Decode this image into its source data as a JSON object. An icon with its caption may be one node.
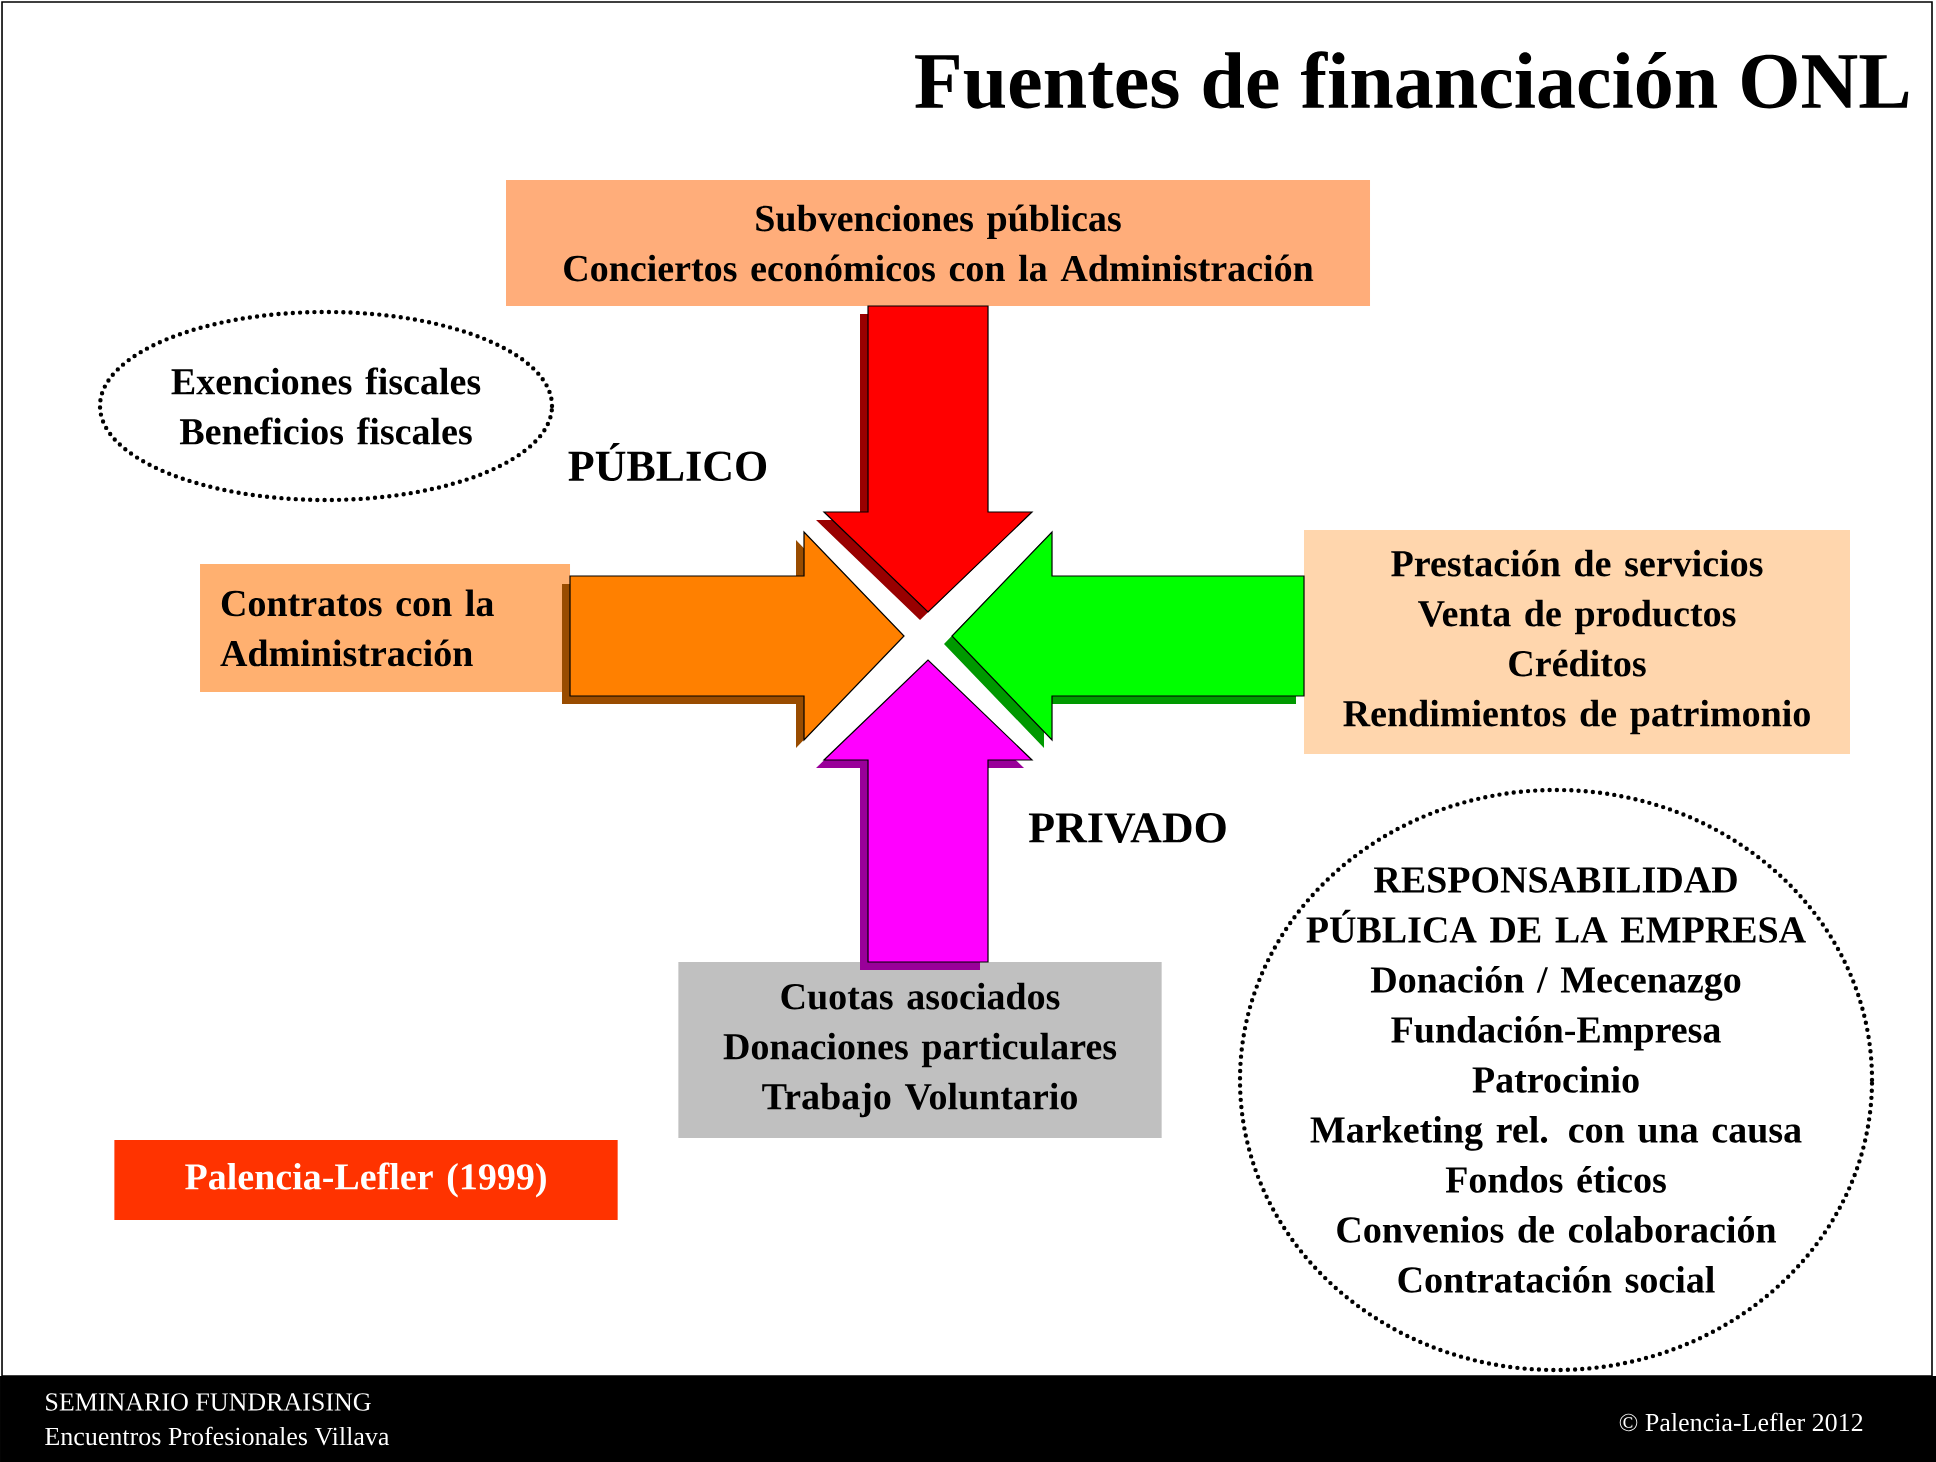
{
  "diagram": {
    "title": "Fuentes de financiación ONL",
    "nodes": [
      {
        "text": [
          "Subvenciones públicas",
          "Conciertos económicos con la Administración"
        ]
      },
      {
        "text": [
          "Exenciones fiscales",
          "Beneficios fiscales"
        ]
      },
      {
        "text": [
          "Contratos con la Administración"
        ]
      },
      {
        "text": [
          "Prestación de servicios",
          "Venta de productos",
          "Créditos",
          "Rendimientos de patrimonio"
        ]
      },
      {
        "text": [
          "Cuotas asociados",
          "Donaciones particulares",
          "Trabajo Voluntario"
        ]
      },
      {
        "text": [
          "Palencia-Lefler (1999)"
        ]
      },
      {
        "text": [
          "RESPONSABILIDAD PÚBLICA DE LA EMPRESA",
          "Donación / Mecenazgo",
          "Fundación-Empresa",
          "Patrocinio",
          "Marketing rel. con una causa",
          "Fondos éticos",
          "Convenios de colaboración",
          "Contratación social"
        ]
      }
    ],
    "edges": [
      {
        "from": 0,
        "to": null,
        "arrow": "to",
        "color": "#ff0000"
      },
      {
        "from": 2,
        "to": null,
        "arrow": "to",
        "color": "#ff8000"
      },
      {
        "from": 3,
        "to": null,
        "arrow": "to",
        "color": "#00ff00"
      },
      {
        "from": 4,
        "to": null,
        "arrow": "to",
        "color": "#ff00ff"
      }
    ],
    "labels": [
      "PÚBLICO",
      "PRIVADO",
      "SEMINARIO FUNDRAISING",
      "Encuentros Profesionales Villava",
      "© Palencia-Lefler 2012"
    ]
  }
}
